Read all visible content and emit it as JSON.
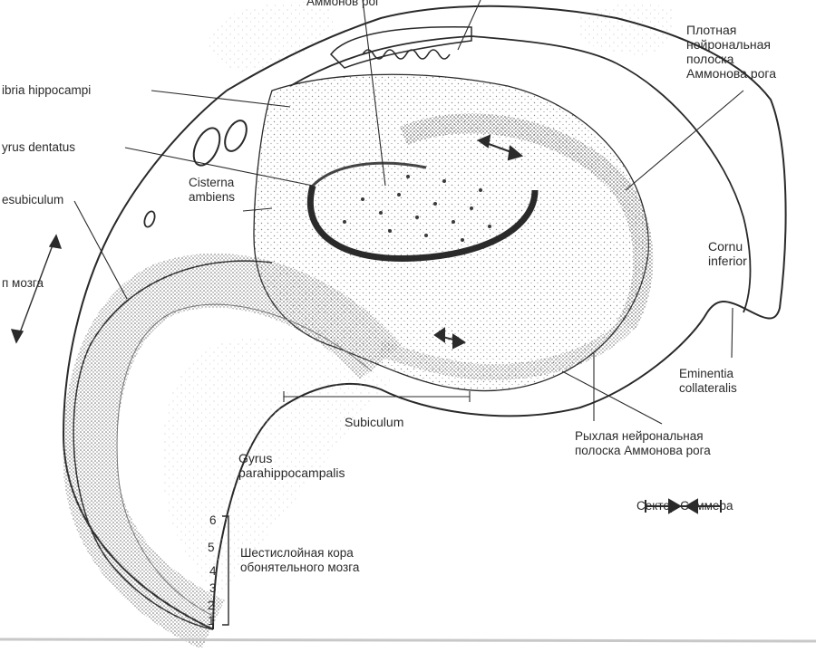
{
  "labels": {
    "ammon_top": "Аммонов рог",
    "dense_band": "Плотная\nнейрональная\nполоска\nАммонова рога",
    "fimbria": "ibria hippocampi",
    "gyrus_dentatus": "yrus dentatus",
    "cisterna": "Cisterna\nambiens",
    "presubiculum": "esubiculum",
    "brain_part": "п мозга",
    "cornu": "Cornu\ninferior",
    "eminentia": "Eminentia\ncollateralis",
    "subiculum": "Subiculum",
    "loose_band": "Рыхлая нейрональная\nполоска Аммонова рога",
    "gyrus_para": "Gyrus\nparahippocampalis",
    "sommer": "Сектор Соммера",
    "six_layer": "Шестислойная кора\nобонятельного мозга"
  },
  "layers": [
    "6",
    "5",
    "4",
    "3",
    "2",
    "1"
  ],
  "colors": {
    "ink": "#2a2a2a",
    "dots": "#555555",
    "paper": "#ffffff"
  }
}
